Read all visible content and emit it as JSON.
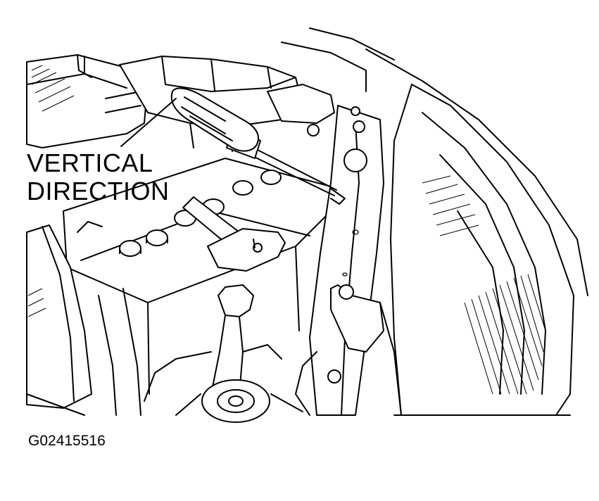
{
  "callout": {
    "line1": "VERTICAL",
    "line2": "DIRECTION"
  },
  "figure_code": "G02415516"
}
